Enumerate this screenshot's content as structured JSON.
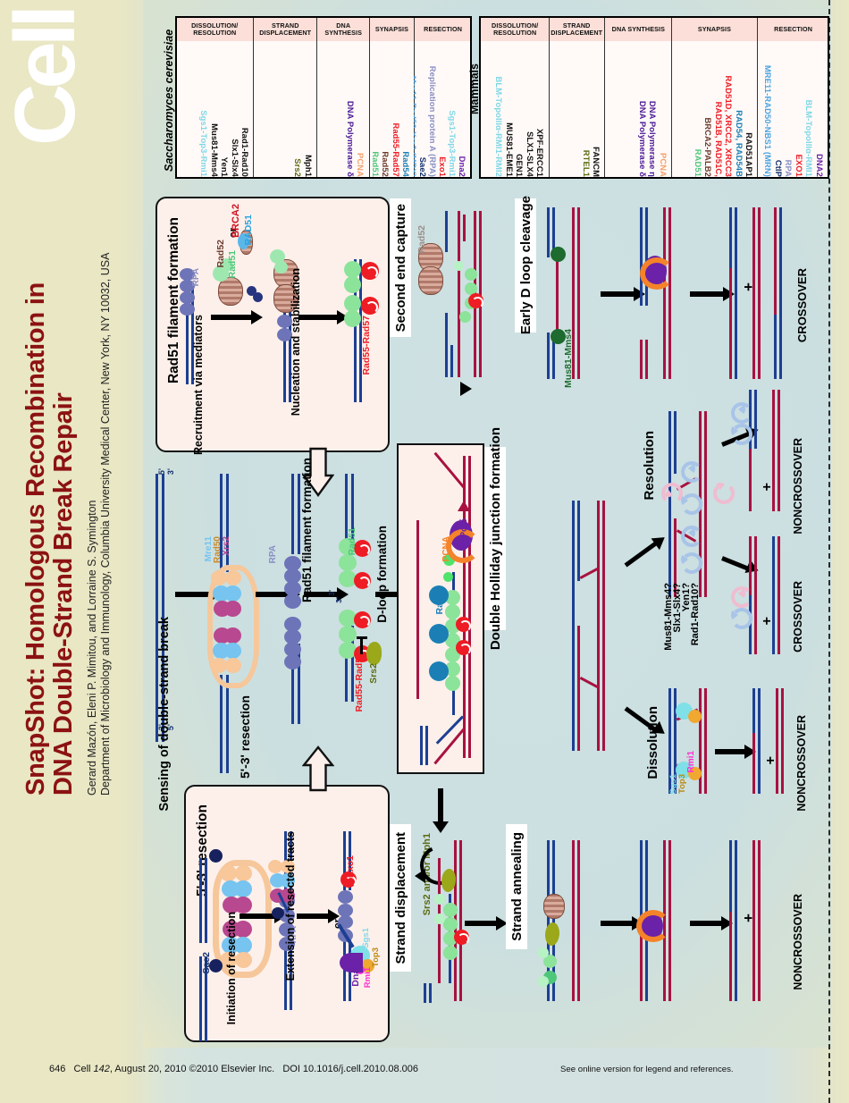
{
  "journal": {
    "logo_text": "Cell"
  },
  "title": {
    "line1": "SnapShot: Homologous Recombination in",
    "line2": "DNA Double-Strand Break Repair",
    "authors": "Gerard Mazón, Eleni P. Mimitou, and Lorraine S. Symington",
    "affiliation": "Department of Microbiology and Immunology, Columbia University Medical Center, New York, NY 10032, USA"
  },
  "colors": {
    "title_red": "#8c1212",
    "panel_cream": "#fdf0eb",
    "teal_bg": "#cfe0e2",
    "page_bg": "#e8e6c2",
    "dna_blue": "#1d3f93",
    "dna_red": "#a81240",
    "rad51_green": "#8ce39a",
    "rad55_red": "#ee1c24",
    "rpa_purple": "#6d74b8",
    "rad52_brown": "#b0796a",
    "rad54_blue": "#1b7fb5",
    "pol_purple": "#6b21a8",
    "pcna_orange": "#f4832a",
    "srs2_olive": "#9aa81a",
    "mus81_green": "#1d6b2e",
    "sgs1_cyan": "#7fe0e8",
    "top3_gold": "#f0a830",
    "rmi1_magenta": "#ff2fd0"
  },
  "legends": [
    {
      "species": "Saccharomyces cerevisiae",
      "columns": [
        {
          "category": "RESECTION",
          "items": [
            {
              "text": "Mre11-Rad50-Xrs2 (MRX)",
              "color": "#4aa3e0"
            },
            {
              "text": "Sae2",
              "color": "#14306e"
            },
            {
              "text": "Replication protein A (RPA)",
              "color": "#8a8fc4"
            },
            {
              "text": "Exo1",
              "color": "#ee1c24"
            },
            {
              "text": "Sgs1-Top3-Rmi1",
              "color": "#7fd7e6"
            },
            {
              "text": "Dna2",
              "color": "#6b21a8"
            }
          ]
        },
        {
          "category": "SYNAPSIS",
          "items": [
            {
              "text": "Rad51",
              "color": "#4ec77a"
            },
            {
              "text": "Rad52",
              "color": "#6b3b2e"
            },
            {
              "text": "Rad55-Rad57",
              "color": "#ee1c24"
            },
            {
              "text": "Rad54",
              "color": "#1b7fb5"
            }
          ]
        },
        {
          "category": "DNA SYNTHESIS",
          "items": [
            {
              "text": "DNA Polymerase δ",
              "color": "#4b1a96"
            },
            {
              "text": "PCNA",
              "color": "#f4a06a"
            }
          ]
        },
        {
          "category": "STRAND DISPLACEMENT",
          "items": [
            {
              "text": "Srs2",
              "color": "#5a6b10"
            },
            {
              "text": "Mph1",
              "color": "#111111"
            }
          ]
        },
        {
          "category": "DISSOLUTION/ RESOLUTION",
          "items": [
            {
              "text": "Sgs1-Top3-Rmi1",
              "color": "#7fd7e6",
              "accent": "Rmi1"
            },
            {
              "text": "Mus81-Mms4",
              "color": "#111111"
            },
            {
              "text": "Yen1",
              "color": "#111111"
            },
            {
              "text": "Slx1-Slx4",
              "color": "#111111"
            },
            {
              "text": "Rad1-Rad10",
              "color": "#111111"
            }
          ]
        }
      ]
    },
    {
      "species": "Mammals",
      "columns": [
        {
          "category": "RESECTION",
          "items": [
            {
              "text": "MRE11-RAD50-NBS1 (MRN)",
              "color": "#4aa3e0"
            },
            {
              "text": "CtIP",
              "color": "#14306e"
            },
            {
              "text": "RPA",
              "color": "#8a8fc4"
            },
            {
              "text": "EXO1",
              "color": "#ee1c24"
            },
            {
              "text": "BLM-TopoIIIα-RMI1",
              "color": "#7fd7e6"
            },
            {
              "text": "DNA2",
              "color": "#6b21a8"
            }
          ]
        },
        {
          "category": "SYNAPSIS",
          "items": [
            {
              "text": "RAD51",
              "color": "#4ec77a"
            },
            {
              "text": "BRCA2-PALB2",
              "color": "#6b3b2e"
            },
            {
              "text": "RAD51B, RAD51C,",
              "color": "#ee1c24"
            },
            {
              "text": "RAD51D, XRCC2, XRCC3",
              "color": "#ee1c24"
            },
            {
              "text": "RAD54, RAD54B",
              "color": "#1b7fb5"
            },
            {
              "text": "RAD51AP1",
              "color": "#111111"
            }
          ]
        },
        {
          "category": "DNA SYNTHESIS",
          "items": [
            {
              "text": "DNA Polymerase δ",
              "color": "#4b1a96"
            },
            {
              "text": "DNA Polymerase η",
              "color": "#4b1a96"
            },
            {
              "text": "PCNA",
              "color": "#f4a06a"
            }
          ]
        },
        {
          "category": "STRAND DISPLACEMENT",
          "items": [
            {
              "text": "RTEL1",
              "color": "#5a6b10"
            },
            {
              "text": "FANCM",
              "color": "#111111"
            }
          ]
        },
        {
          "category": "DISSOLUTION/ RESOLUTION",
          "items": [
            {
              "text": "BLM-TopoIIIα-RMI1-RMI2",
              "color": "#7fd7e6"
            },
            {
              "text": "MUS81-EME1",
              "color": "#111111"
            },
            {
              "text": "GEN1",
              "color": "#111111"
            },
            {
              "text": "SLX1-SLX4",
              "color": "#111111"
            },
            {
              "text": "XPF-ERCC1",
              "color": "#111111"
            }
          ]
        }
      ]
    }
  ],
  "panels": {
    "rad51_filament": {
      "title": "Rad51 filament formation",
      "step_labels": [
        "Recruitment via mediators",
        "Nucleation and stabilization"
      ],
      "molecules": [
        "RPA",
        "Rad51",
        "RAD51",
        "BRCA2",
        "or",
        "Rad52",
        "Rad55-Rad57"
      ]
    },
    "resection": {
      "title": "5'-3' resection",
      "step_labels": [
        "Initiation of resection",
        "Extension of resected tracts",
        "or"
      ],
      "molecules": [
        "Sae2",
        "RPA",
        "Exo1",
        "Dna2",
        "Rmi1",
        "Top3",
        "Sgs1"
      ]
    },
    "main_path": {
      "step1": "Sensing of double-strand break",
      "step2": "5'-3' resection",
      "step3": "Rad51 filament formation",
      "step4": "D-loop formation",
      "molecules": [
        "Mre11",
        "Rad50",
        "Xrs2",
        "RPA",
        "Rad51",
        "Rad55-Rad57",
        "Srs2"
      ],
      "end_labels": [
        "5'",
        "3'",
        "3'",
        "5'"
      ]
    },
    "dloop_box": {
      "molecules": [
        "Rad54",
        "PCNA",
        "Polδ"
      ]
    },
    "dhj": {
      "title": "Double Holliday junction formation"
    },
    "second_end_capture": {
      "title": "Second end capture",
      "molecules": [
        "Rad52"
      ]
    },
    "early_d_loop": {
      "title": "Early D loop cleavage",
      "molecules": [
        "Mus81-Mms4"
      ],
      "outcome": "CROSSOVER"
    },
    "resolution": {
      "title": "Resolution",
      "enzymes": [
        "Mus81-Mms4?",
        "Slx1-Slx4?",
        "Yen1?",
        "Rad1-Rad10?"
      ],
      "outcomes": [
        "NONCROSSOVER",
        "CROSSOVER"
      ]
    },
    "dissolution": {
      "title": "Dissolution",
      "molecules": [
        "Sgs1",
        "Top3",
        "Rmi1"
      ],
      "outcome": "NONCROSSOVER"
    },
    "strand_displacement": {
      "title": "Strand displacement",
      "molecules": [
        "Srs2 and/or Mph1"
      ]
    },
    "strand_annealing": {
      "title": "Strand annealing",
      "outcome": "NONCROSSOVER"
    }
  },
  "footer": {
    "page": "646",
    "citation_journal": "Cell",
    "citation_vol": "142",
    "citation_rest": ", August 20, 2010 ©2010 Elsevier Inc.",
    "doi": "DOI 10.1016/j.cell.2010.08.006",
    "note": "See online version for legend and references."
  }
}
